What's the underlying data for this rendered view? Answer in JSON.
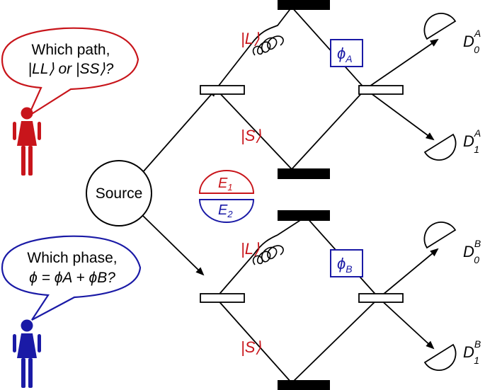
{
  "alice_bubble": {
    "line1": "Which path,",
    "line2": "|LL⟩ or |SS⟩?"
  },
  "bob_bubble": {
    "line1": "Which phase,",
    "line2": "ϕ = ϕA + ϕB?"
  },
  "source_label": "Source",
  "top": {
    "long_path": "|L⟩",
    "short_path": "|S⟩",
    "phase": {
      "symbol": "ϕ",
      "sub": "A"
    },
    "detector0": {
      "letter": "D",
      "sup": "A",
      "sub": "0"
    },
    "detector1": {
      "letter": "D",
      "sup": "A",
      "sub": "1"
    }
  },
  "bottom": {
    "long_path": "|L⟩",
    "short_path": "|S⟩",
    "phase": {
      "symbol": "ϕ",
      "sub": "B"
    },
    "detector0": {
      "letter": "D",
      "sup": "B",
      "sub": "0"
    },
    "detector1": {
      "letter": "D",
      "sup": "B",
      "sub": "1"
    }
  },
  "energy": {
    "upper": {
      "letter": "E",
      "sub": "1"
    },
    "lower": {
      "letter": "E",
      "sub": "2"
    }
  },
  "colors": {
    "red": "#c8151b",
    "blue": "#1a1aa6",
    "black": "#000000"
  }
}
